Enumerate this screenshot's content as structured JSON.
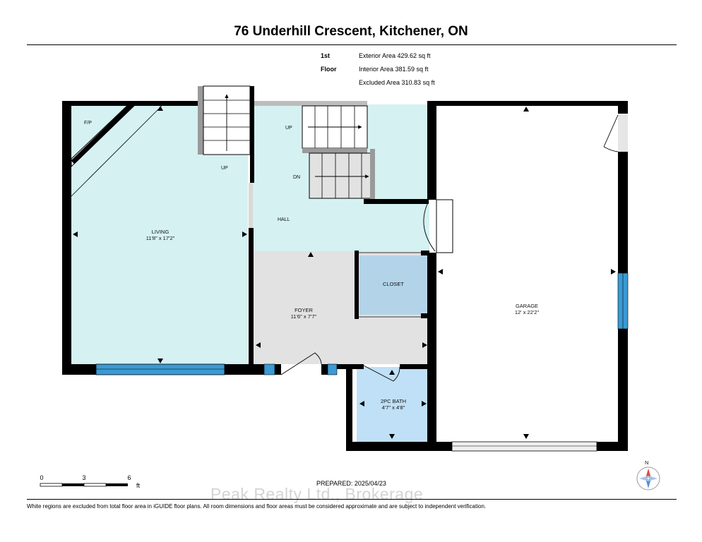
{
  "title": "76 Underhill Crescent, Kitchener, ON",
  "floor_label": "1st Floor",
  "areas": {
    "exterior": "Exterior Area 429.62 sq ft",
    "interior": "Interior Area 381.59 sq ft",
    "excluded": "Excluded Area 310.83 sq ft"
  },
  "rooms": {
    "living": {
      "name": "LIVING",
      "dims": "11'8\" x 17'2\""
    },
    "foyer": {
      "name": "FOYER",
      "dims": "11'6\" x 7'7\""
    },
    "garage": {
      "name": "GARAGE",
      "dims": "12' x 22'2\""
    },
    "bath": {
      "name": "2PC BATH",
      "dims": "4'7\" x 4'8\""
    },
    "closet": {
      "name": "CLOSET"
    },
    "hall": {
      "name": "HALL"
    },
    "fireplace": "F/P",
    "up_living": "UP",
    "up_hall": "UP",
    "down_hall": "DN"
  },
  "scale": {
    "ticks": [
      "0",
      "3",
      "6"
    ],
    "unit": "ft"
  },
  "compass": "N",
  "prepared": "PREPARED: 2025/04/23",
  "watermark": "Peak Realty Ltd., Brokerage",
  "footer": "White regions are excluded from total floor area in iGUIDE floor plans. All room dimensions and floor areas must be considered approximate and are subject to independent verification.",
  "colors": {
    "living_fill": "#d5f1f1",
    "foyer_fill": "#e2e2e2",
    "closet_fill": "#b3d4e8",
    "bath_fill": "#bfe0f6",
    "window": "#3a9ad4",
    "wall": "#000000"
  }
}
